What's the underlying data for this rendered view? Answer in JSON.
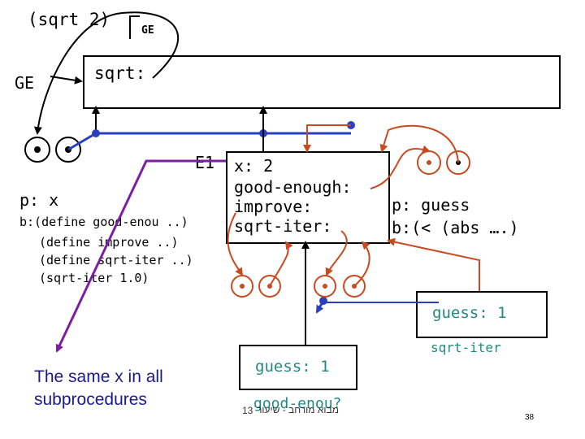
{
  "header": {
    "call_expr": "(sqrt 2)",
    "ge_small": "GE",
    "ge_left": "GE"
  },
  "global_env": {
    "binding": "sqrt:"
  },
  "e1": {
    "label": "E1",
    "bindings": [
      "x: 2",
      "good-enough:",
      "improve:",
      "sqrt-iter:"
    ]
  },
  "sqrt_proc": {
    "param": "p: x",
    "body_first": "b:(define good-enou ..)",
    "body_rest": [
      "(define improve ..)",
      "(define sqrt-iter ..)",
      "(sqrt-iter 1.0)"
    ]
  },
  "good_enough_proc": {
    "param": "p: guess",
    "body": "b:(< (abs ….)"
  },
  "frames": {
    "guess_right": "guess: 1",
    "guess_right_label": "sqrt-iter",
    "guess_bottom": "guess: 1",
    "guess_bottom_label": "good-enou?"
  },
  "note": {
    "line1": "The same x in all",
    "line2": "subprocedures"
  },
  "footer": {
    "slide_prefix": "13",
    "slide_text": "מבוא מורחב - שיעור",
    "page_number": "38"
  },
  "colors": {
    "frame_border": "#000000",
    "inner_arrows": "#c84a1e",
    "env_pointer": "#2a3fbf",
    "note_arrow": "#7b1fa2",
    "frame_label": "#1f8a80",
    "note_text": "#1a1a8c"
  }
}
